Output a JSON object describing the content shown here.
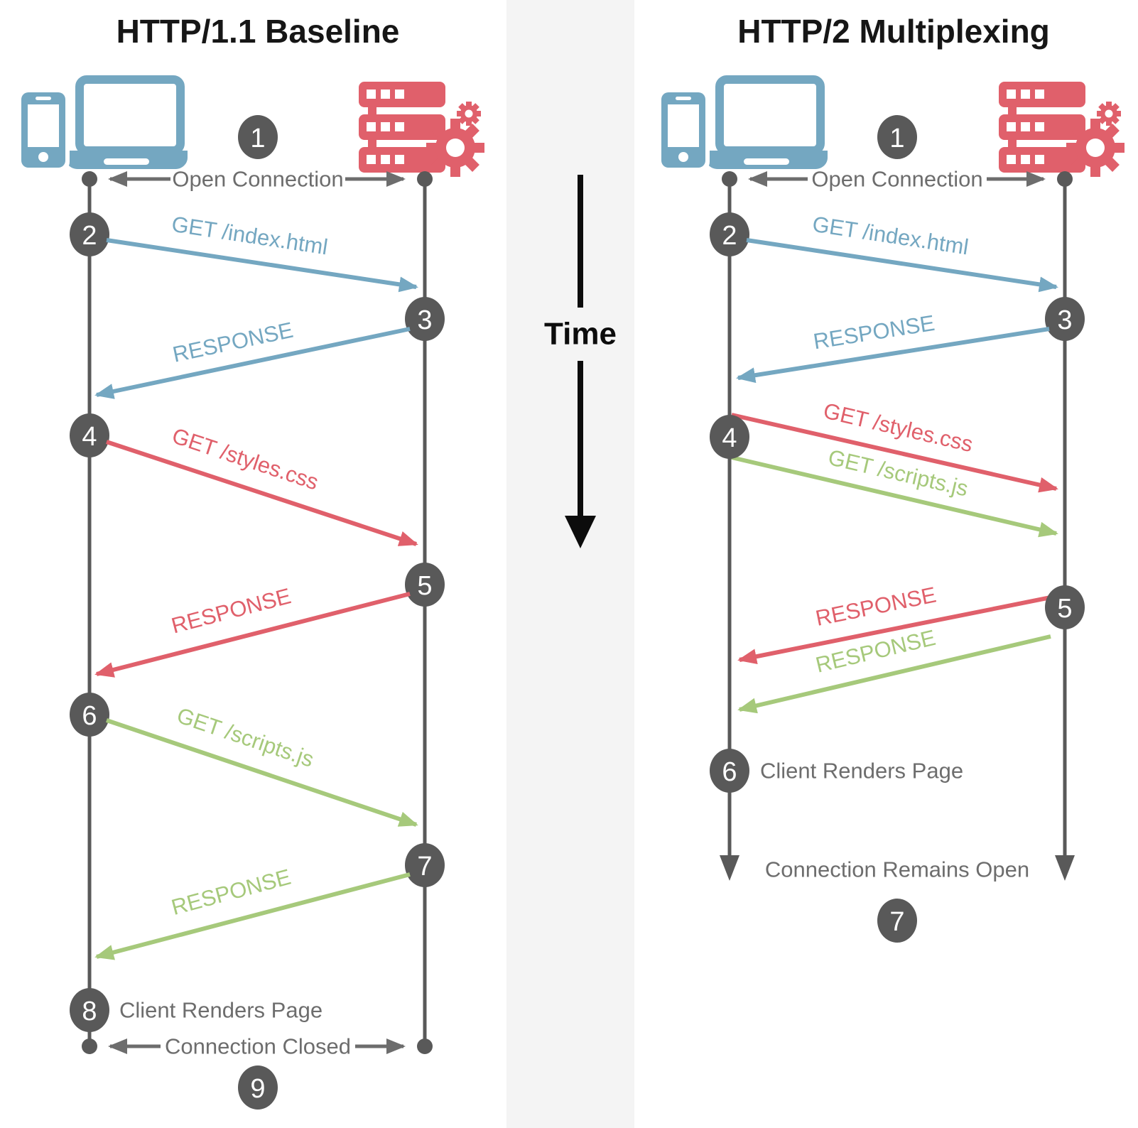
{
  "colors": {
    "blue": "#74a7c1",
    "red": "#e0606b",
    "green": "#a6c97b",
    "dark": "#595959",
    "textgray": "#6d6d6d",
    "strip": "#f4f4f4"
  },
  "icons": {
    "client": "client-devices-icon",
    "server": "server-gears-icon"
  },
  "time": {
    "label": "Time"
  },
  "left": {
    "title": "HTTP/1.1 Baseline",
    "open_label": "Open Connection",
    "close_label": "Connection Closed",
    "render_label": "Client Renders Page",
    "badges": [
      "1",
      "2",
      "3",
      "4",
      "5",
      "6",
      "7",
      "8",
      "9"
    ],
    "messages": [
      {
        "label": "GET /index.html"
      },
      {
        "label": "RESPONSE"
      },
      {
        "label": "GET /styles.css"
      },
      {
        "label": "RESPONSE"
      },
      {
        "label": "GET /scripts.js"
      },
      {
        "label": "RESPONSE"
      }
    ]
  },
  "right": {
    "title": "HTTP/2 Multiplexing",
    "open_label": "Open Connection",
    "remain_label": "Connection Remains Open",
    "render_label": "Client Renders Page",
    "badges": [
      "1",
      "2",
      "3",
      "4",
      "5",
      "6",
      "7"
    ],
    "messages": [
      {
        "label": "GET /index.html"
      },
      {
        "label": "RESPONSE"
      },
      {
        "label": "GET /styles.css"
      },
      {
        "label": "GET /scripts.js"
      },
      {
        "label": "RESPONSE"
      },
      {
        "label": "RESPONSE"
      }
    ]
  }
}
